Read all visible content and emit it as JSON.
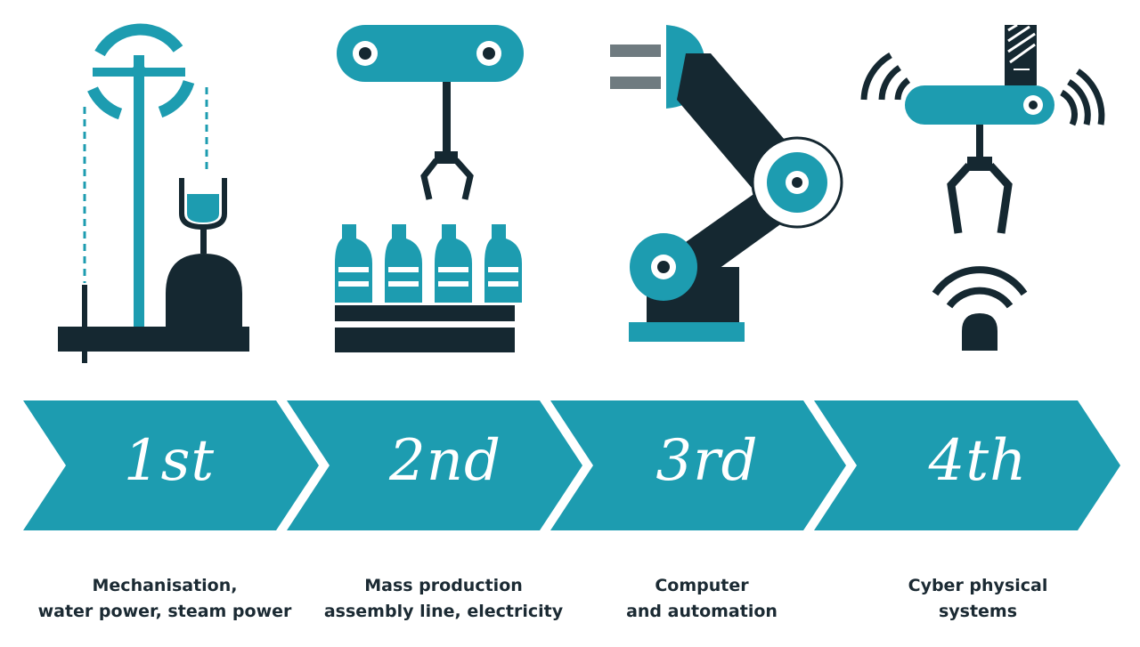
{
  "colors": {
    "teal": "#1d9cb0",
    "dark": "#152831",
    "text": "#1b2a33",
    "background": "#ffffff"
  },
  "icons": [
    "windmill-steam-icon",
    "assembly-line-icon",
    "robot-arm-icon",
    "cyber-physical-icon"
  ],
  "stages": [
    {
      "ordinal": "1st",
      "caption_line1": "Mechanisation,",
      "caption_line2": "water power, steam power"
    },
    {
      "ordinal": "2nd",
      "caption_line1": "Mass production",
      "caption_line2": "assembly line, electricity"
    },
    {
      "ordinal": "3rd",
      "caption_line1": "Computer",
      "caption_line2": "and automation"
    },
    {
      "ordinal": "4th",
      "caption_line1": "Cyber physical",
      "caption_line2": "systems"
    }
  ]
}
